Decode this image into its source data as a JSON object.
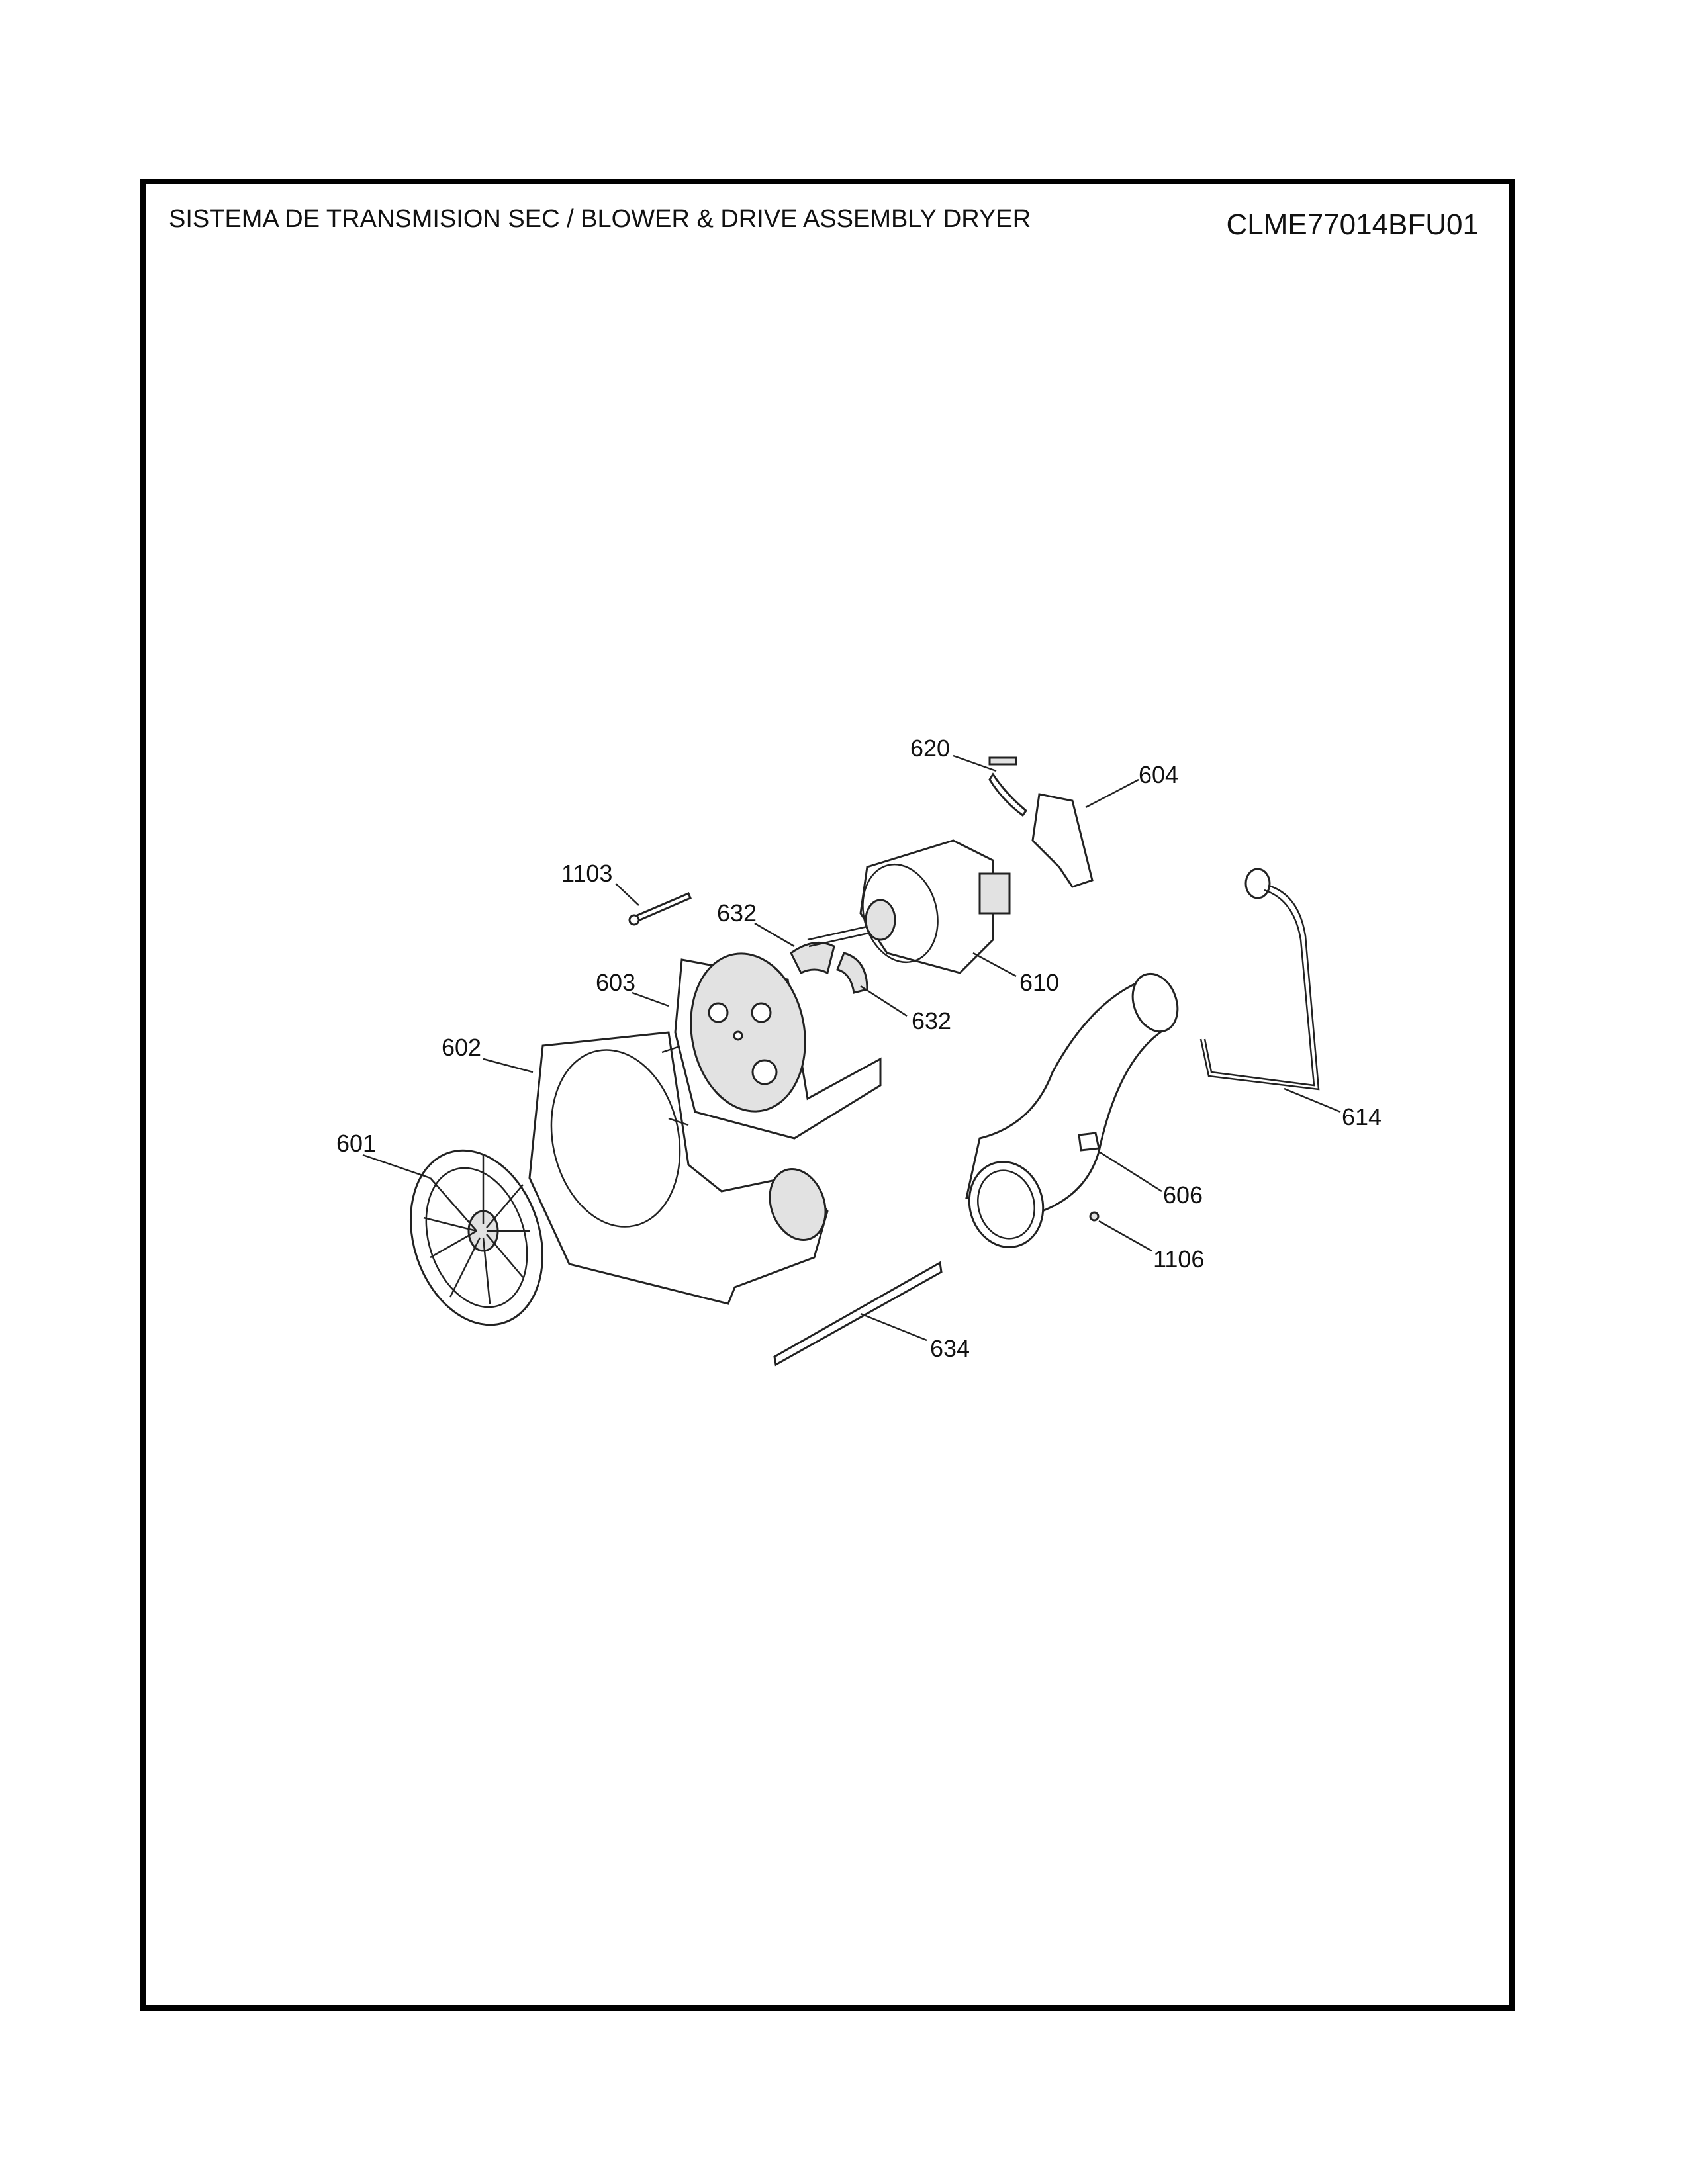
{
  "header": {
    "title": "SISTEMA DE TRANSMISION SEC / BLOWER & DRIVE ASSEMBLY DRYER",
    "model": "CLME77014BFU01"
  },
  "callouts": {
    "p620": "620",
    "p604": "604",
    "p1103": "1103",
    "p632a": "632",
    "p603": "603",
    "p610": "610",
    "p632b": "632",
    "p602": "602",
    "p614": "614",
    "p601": "601",
    "p606": "606",
    "p1106": "1106",
    "p634": "634"
  }
}
